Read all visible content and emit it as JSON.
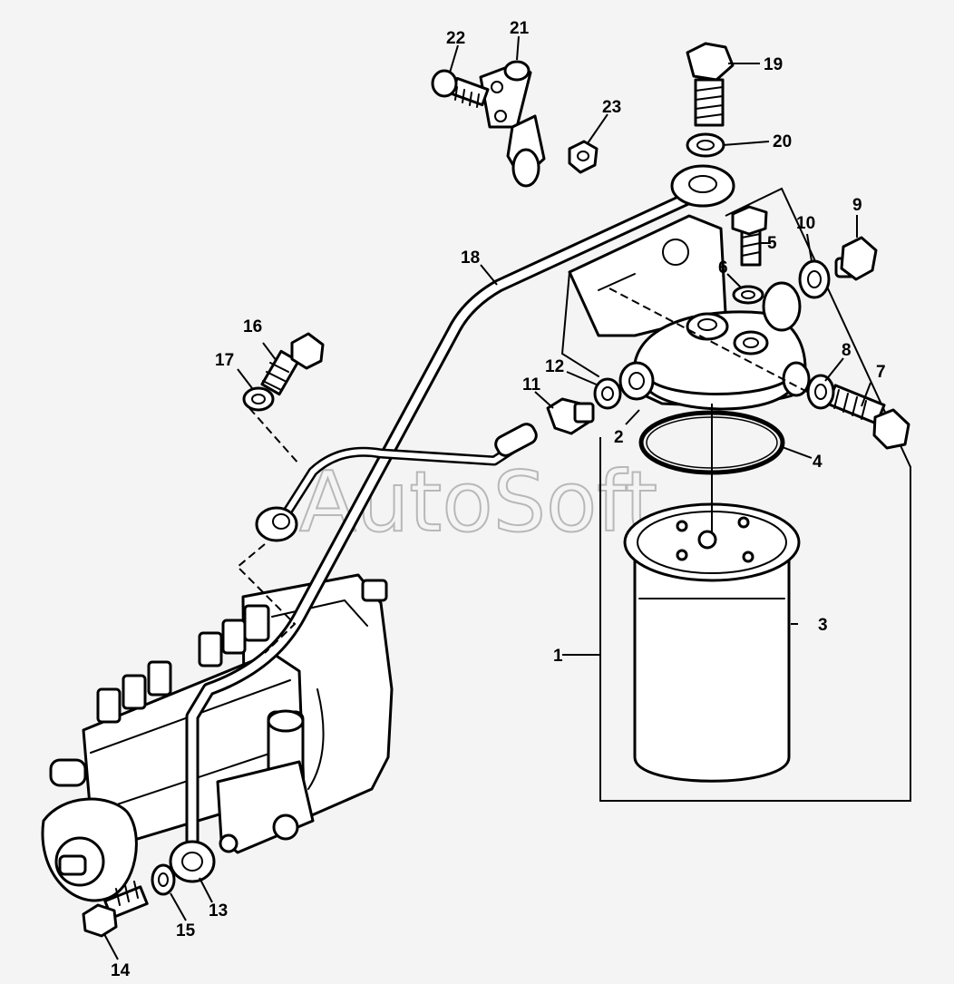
{
  "watermark": "AutoSoft",
  "callouts": {
    "c1": "1",
    "c2": "2",
    "c3": "3",
    "c4": "4",
    "c5": "5",
    "c6": "6",
    "c7": "7",
    "c8": "8",
    "c9": "9",
    "c10": "10",
    "c11": "11",
    "c12": "12",
    "c13": "13",
    "c14": "14",
    "c15": "15",
    "c16": "16",
    "c17": "17",
    "c18": "18",
    "c19": "19",
    "c20": "20",
    "c21": "21",
    "c22": "22",
    "c23": "23"
  }
}
